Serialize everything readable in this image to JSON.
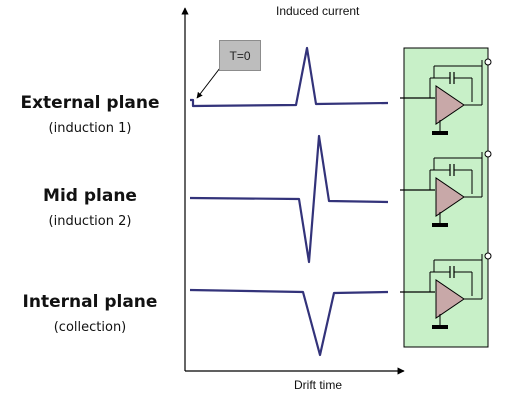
{
  "title": "Induced current",
  "x_axis_label": "Drift time",
  "t0_label": "T=0",
  "planes": [
    {
      "name": "External plane",
      "role": "(induction 1)"
    },
    {
      "name": "Mid plane",
      "role": "(induction 2)"
    },
    {
      "name": "Internal plane",
      "role": "(collection)"
    }
  ],
  "colors": {
    "signal": "#33337a",
    "electronics_panel": "#c8f0c8",
    "amplifier": "#c8a8a8",
    "axis": "#000000"
  }
}
